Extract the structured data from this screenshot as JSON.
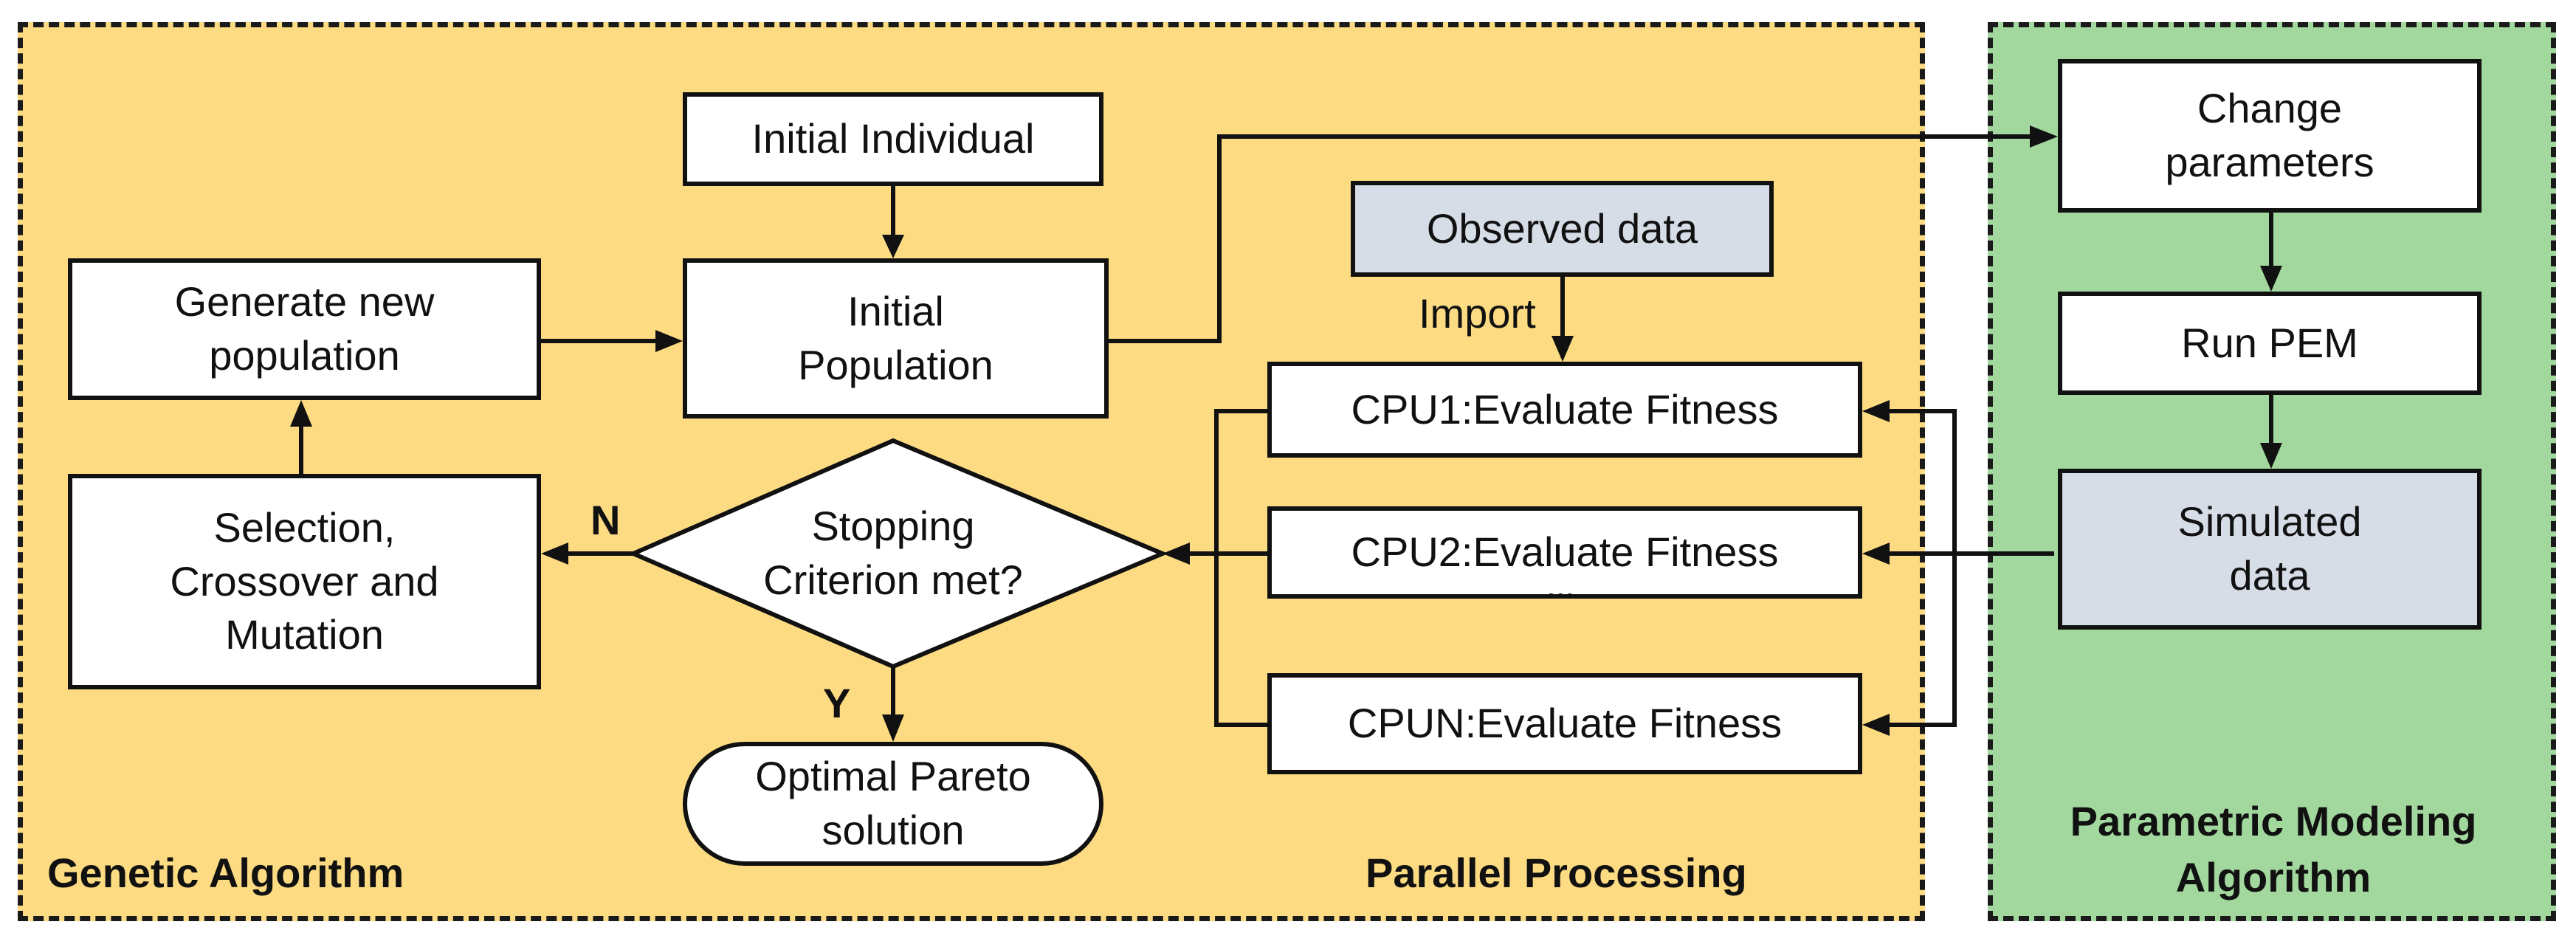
{
  "colors": {
    "ga_region": "#fcdb82",
    "pma_region": "#a2d89e",
    "box_fill": "#ffffff",
    "data_fill": "#d6dde6",
    "line": "#111111"
  },
  "regions": {
    "genetic_algorithm": "Genetic Algorithm",
    "parallel_processing": "Parallel Processing",
    "parametric_modeling": "Parametric Modeling\nAlgorithm"
  },
  "nodes": {
    "initial_individual": "Initial Individual",
    "initial_population": "Initial\nPopulation",
    "generate_new_population": "Generate new\npopulation",
    "selection": "Selection,\nCrossover and\nMutation",
    "stopping_criterion": "Stopping\nCriterion met?",
    "optimal_pareto": "Optimal Pareto\nsolution",
    "observed_data": "Observed data",
    "cpu1": "CPU1:Evaluate Fitness",
    "cpu2": "CPU2:Evaluate Fitness",
    "cpun": "CPUN:Evaluate Fitness",
    "change_parameters": "Change\nparameters",
    "run_pem": "Run PEM",
    "simulated_data": "Simulated\ndata"
  },
  "edge_labels": {
    "import": "Import",
    "no": "N",
    "yes": "Y",
    "ellipsis": "..."
  }
}
